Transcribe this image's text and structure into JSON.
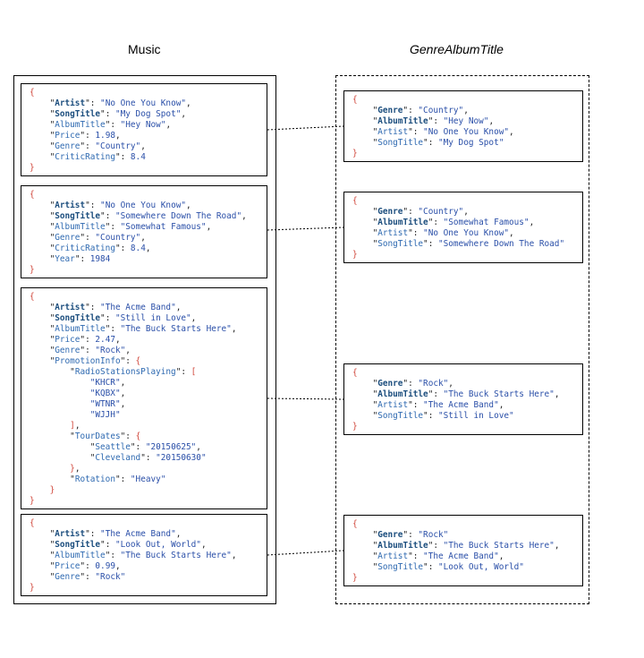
{
  "titles": {
    "table": "Music",
    "index": "GenreAlbumTitle"
  },
  "table_items": [
    {
      "lines": [
        {
          "t": "brace",
          "text": "{"
        },
        {
          "t": "kv",
          "indent": 1,
          "key": "Artist",
          "pk": true,
          "value": "\"No One You Know\"",
          "comma": true
        },
        {
          "t": "kv",
          "indent": 1,
          "key": "SongTitle",
          "pk": true,
          "value": "\"My Dog Spot\"",
          "comma": true
        },
        {
          "t": "kv",
          "indent": 1,
          "key": "AlbumTitle",
          "pk": false,
          "value": "\"Hey Now\"",
          "comma": true
        },
        {
          "t": "kv",
          "indent": 1,
          "key": "Price",
          "pk": false,
          "value": "1.98",
          "comma": true
        },
        {
          "t": "kv",
          "indent": 1,
          "key": "Genre",
          "pk": false,
          "value": "\"Country\"",
          "comma": true
        },
        {
          "t": "kv",
          "indent": 1,
          "key": "CriticRating",
          "pk": false,
          "value": "8.4",
          "comma": false
        },
        {
          "t": "brace",
          "text": "}"
        }
      ]
    },
    {
      "lines": [
        {
          "t": "brace",
          "text": "{"
        },
        {
          "t": "kv",
          "indent": 1,
          "key": "Artist",
          "pk": true,
          "value": "\"No One You Know\"",
          "comma": true
        },
        {
          "t": "kv",
          "indent": 1,
          "key": "SongTitle",
          "pk": true,
          "value": "\"Somewhere Down The Road\"",
          "comma": true
        },
        {
          "t": "kv",
          "indent": 1,
          "key": "AlbumTitle",
          "pk": false,
          "value": "\"Somewhat Famous\"",
          "comma": true
        },
        {
          "t": "kv",
          "indent": 1,
          "key": "Genre",
          "pk": false,
          "value": "\"Country\"",
          "comma": true
        },
        {
          "t": "kv",
          "indent": 1,
          "key": "CriticRating",
          "pk": false,
          "value": "8.4",
          "comma": true
        },
        {
          "t": "kv",
          "indent": 1,
          "key": "Year",
          "pk": false,
          "value": "1984",
          "comma": false
        },
        {
          "t": "brace",
          "text": "}"
        }
      ]
    },
    {
      "lines": [
        {
          "t": "brace",
          "text": "{"
        },
        {
          "t": "kv",
          "indent": 1,
          "key": "Artist",
          "pk": true,
          "value": "\"The Acme Band\"",
          "comma": true
        },
        {
          "t": "kv",
          "indent": 1,
          "key": "SongTitle",
          "pk": true,
          "value": "\"Still in Love\"",
          "comma": true
        },
        {
          "t": "kv",
          "indent": 1,
          "key": "AlbumTitle",
          "pk": false,
          "value": "\"The Buck Starts Here\"",
          "comma": true
        },
        {
          "t": "kv",
          "indent": 1,
          "key": "Price",
          "pk": false,
          "value": "2.47",
          "comma": true
        },
        {
          "t": "kv",
          "indent": 1,
          "key": "Genre",
          "pk": false,
          "value": "\"Rock\"",
          "comma": true
        },
        {
          "t": "open",
          "indent": 1,
          "key": "PromotionInfo",
          "bracket": "{"
        },
        {
          "t": "open",
          "indent": 2,
          "key": "RadioStationsPlaying",
          "bracket": "["
        },
        {
          "t": "item",
          "indent": 3,
          "value": "\"KHCR\"",
          "comma": true
        },
        {
          "t": "item",
          "indent": 3,
          "value": "\"KQBX\"",
          "comma": true
        },
        {
          "t": "item",
          "indent": 3,
          "value": "\"WTNR\"",
          "comma": true
        },
        {
          "t": "item",
          "indent": 3,
          "value": "\"WJJH\"",
          "comma": false
        },
        {
          "t": "close",
          "indent": 2,
          "bracket": "]",
          "comma": true
        },
        {
          "t": "open",
          "indent": 2,
          "key": "TourDates",
          "bracket": "{"
        },
        {
          "t": "kv",
          "indent": 3,
          "key": "Seattle",
          "pk": false,
          "value": "\"20150625\"",
          "comma": true
        },
        {
          "t": "kv",
          "indent": 3,
          "key": "Cleveland",
          "pk": false,
          "value": "\"20150630\"",
          "comma": false
        },
        {
          "t": "close",
          "indent": 2,
          "bracket": "}",
          "comma": true
        },
        {
          "t": "kv",
          "indent": 2,
          "key": "Rotation",
          "pk": false,
          "value": "\"Heavy\"",
          "comma": false
        },
        {
          "t": "close",
          "indent": 1,
          "bracket": "}",
          "comma": false
        },
        {
          "t": "brace",
          "text": "}"
        }
      ]
    },
    {
      "lines": [
        {
          "t": "brace",
          "text": "{"
        },
        {
          "t": "kv",
          "indent": 1,
          "key": "Artist",
          "pk": true,
          "value": "\"The Acme Band\"",
          "comma": true
        },
        {
          "t": "kv",
          "indent": 1,
          "key": "SongTitle",
          "pk": true,
          "value": "\"Look Out, World\"",
          "comma": true
        },
        {
          "t": "kv",
          "indent": 1,
          "key": "AlbumTitle",
          "pk": false,
          "value": "\"The Buck Starts Here\"",
          "comma": true
        },
        {
          "t": "kv",
          "indent": 1,
          "key": "Price",
          "pk": false,
          "value": "0.99",
          "comma": true
        },
        {
          "t": "kv",
          "indent": 1,
          "key": "Genre",
          "pk": false,
          "value": "\"Rock\"",
          "comma": false
        },
        {
          "t": "brace",
          "text": "}"
        }
      ]
    }
  ],
  "index_items": [
    {
      "lines": [
        {
          "t": "brace",
          "text": "{"
        },
        {
          "t": "kv",
          "indent": 1,
          "key": "Genre",
          "pk": true,
          "value": "\"Country\"",
          "comma": true
        },
        {
          "t": "kv",
          "indent": 1,
          "key": "AlbumTitle",
          "pk": true,
          "value": "\"Hey Now\"",
          "comma": true
        },
        {
          "t": "kv",
          "indent": 1,
          "key": "Artist",
          "pk": false,
          "value": "\"No One You Know\"",
          "comma": true
        },
        {
          "t": "kv",
          "indent": 1,
          "key": "SongTitle",
          "pk": false,
          "value": "\"My Dog Spot\"",
          "comma": false
        },
        {
          "t": "brace",
          "text": "}"
        }
      ]
    },
    {
      "lines": [
        {
          "t": "brace",
          "text": "{"
        },
        {
          "t": "kv",
          "indent": 1,
          "key": "Genre",
          "pk": true,
          "value": "\"Country\"",
          "comma": true
        },
        {
          "t": "kv",
          "indent": 1,
          "key": "AlbumTitle",
          "pk": true,
          "value": "\"Somewhat Famous\"",
          "comma": true
        },
        {
          "t": "kv",
          "indent": 1,
          "key": "Artist",
          "pk": false,
          "value": "\"No One You Know\"",
          "comma": true
        },
        {
          "t": "kv",
          "indent": 1,
          "key": "SongTitle",
          "pk": false,
          "value": "\"Somewhere Down The Road\"",
          "comma": false
        },
        {
          "t": "brace",
          "text": "}"
        }
      ]
    },
    {
      "lines": [
        {
          "t": "brace",
          "text": "{"
        },
        {
          "t": "kv",
          "indent": 1,
          "key": "Genre",
          "pk": true,
          "value": "\"Rock\"",
          "comma": true
        },
        {
          "t": "kv",
          "indent": 1,
          "key": "AlbumTitle",
          "pk": true,
          "value": "\"The Buck Starts Here\"",
          "comma": true
        },
        {
          "t": "kv",
          "indent": 1,
          "key": "Artist",
          "pk": false,
          "value": "\"The Acme Band\"",
          "comma": true
        },
        {
          "t": "kv",
          "indent": 1,
          "key": "SongTitle",
          "pk": false,
          "value": "\"Still in Love\"",
          "comma": false
        },
        {
          "t": "brace",
          "text": "}"
        }
      ]
    },
    {
      "lines": [
        {
          "t": "brace",
          "text": "{"
        },
        {
          "t": "kv",
          "indent": 1,
          "key": "Genre",
          "pk": true,
          "value": "\"Rock\"",
          "comma": false
        },
        {
          "t": "kv",
          "indent": 1,
          "key": "AlbumTitle",
          "pk": true,
          "value": "\"The Buck Starts Here\"",
          "comma": true
        },
        {
          "t": "kv",
          "indent": 1,
          "key": "Artist",
          "pk": false,
          "value": "\"The Acme Band\"",
          "comma": true
        },
        {
          "t": "kv",
          "indent": 1,
          "key": "SongTitle",
          "pk": false,
          "value": "\"Look Out, World\"",
          "comma": false
        },
        {
          "t": "brace",
          "text": "}"
        }
      ]
    }
  ],
  "colors": {
    "brace": "#d0463a",
    "key": "#2f6ab1",
    "primary_key": "#1c4e7e",
    "value": "#2a4fa8"
  }
}
